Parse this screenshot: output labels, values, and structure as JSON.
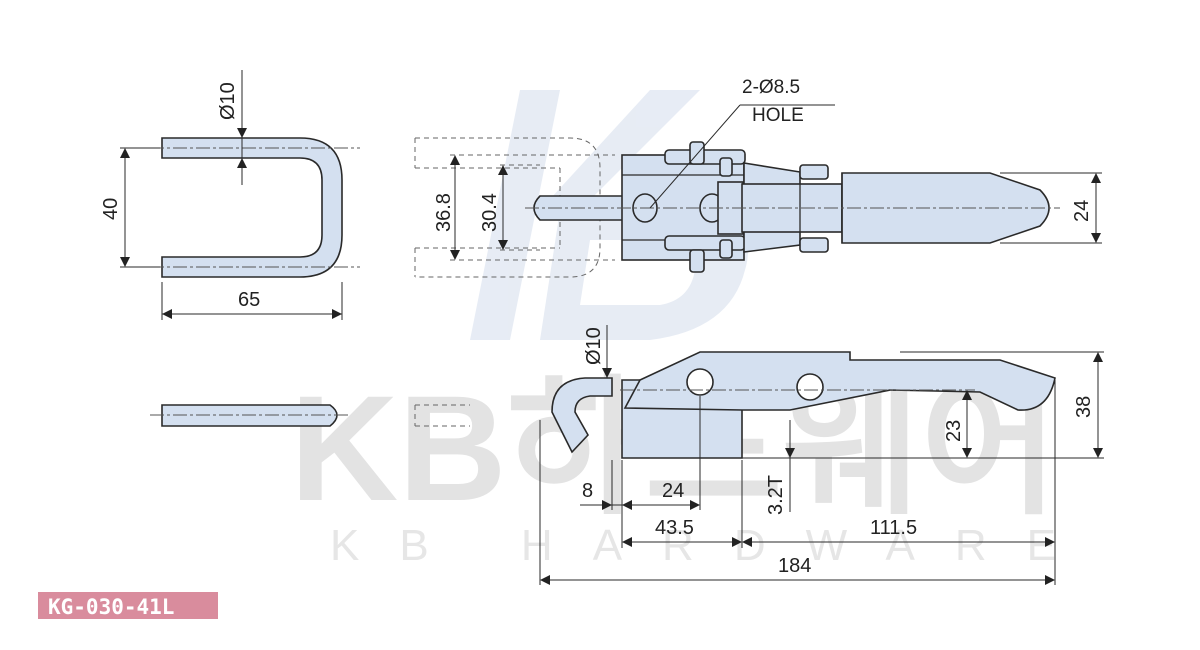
{
  "model_badge": "KG-030-41L",
  "watermark": {
    "logo_letters": "KB",
    "korean": "KB하드웨어",
    "english": "KB HARDWARE"
  },
  "callout": {
    "line1": "2-Ø8.5",
    "line2": "HOLE"
  },
  "dimensions": {
    "hook_diameter_top": "Ø10",
    "hook_width": "40",
    "hook_length": "65",
    "ghost_outer_height": "36.8",
    "ghost_inner_height": "30.4",
    "handle_height_top": "24",
    "hook_diameter_side": "Ø10",
    "side_height": "38",
    "pivot_height": "23",
    "thickness": "3.2T",
    "hook_offset": "8",
    "base_hole_spacing": "24",
    "base_length": "43.5",
    "handle_length": "111.5",
    "overall_length": "184"
  },
  "colors": {
    "part_fill": "#d4e0f0",
    "badge": "#d98c9d",
    "watermark": "#e3e3e3"
  }
}
